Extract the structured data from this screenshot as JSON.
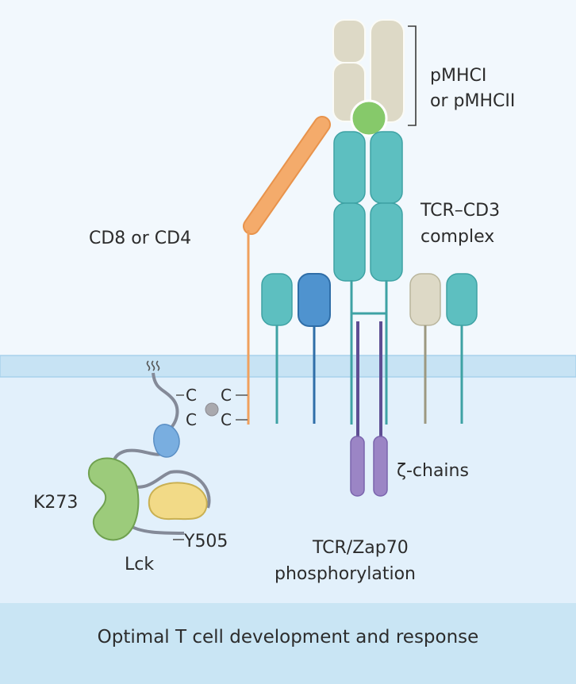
{
  "labels": {
    "pmhc_line1": "pMHCI",
    "pmhc_line2": "or pMHCII",
    "tcr_cd3_line1": "TCR–CD3",
    "tcr_cd3_line2": "complex",
    "coreceptor": "CD8 or CD4",
    "k273": "K273",
    "y505": "Y505",
    "lck": "Lck",
    "zeta": "ζ-chains",
    "phospho_line1": "TCR/Zap70",
    "phospho_line2": "phosphorylation",
    "cys_c1": "C",
    "cys_c2": "C",
    "cys_c3": "C",
    "cys_c4": "C"
  },
  "footer": {
    "text": "Optimal T cell development and response"
  },
  "colors": {
    "background_extracellular": "#f2f8fd",
    "background_intracellular": "#e2f0fb",
    "membrane": "#bfdff2",
    "footer_band": "#c9e5f4",
    "mhc_tan": "#ddd9c6",
    "peptide_green": "#86c96a",
    "tcr_teal": "#5dbfc0",
    "cd3_blue": "#4f93cf",
    "coreceptor_orange": "#f4ab6b",
    "zeta_purple": "#9b85c5",
    "lck_green": "#9ccb7b",
    "lck_yellow": "#f2da87",
    "lck_blue_sh2": "#79aee0"
  }
}
